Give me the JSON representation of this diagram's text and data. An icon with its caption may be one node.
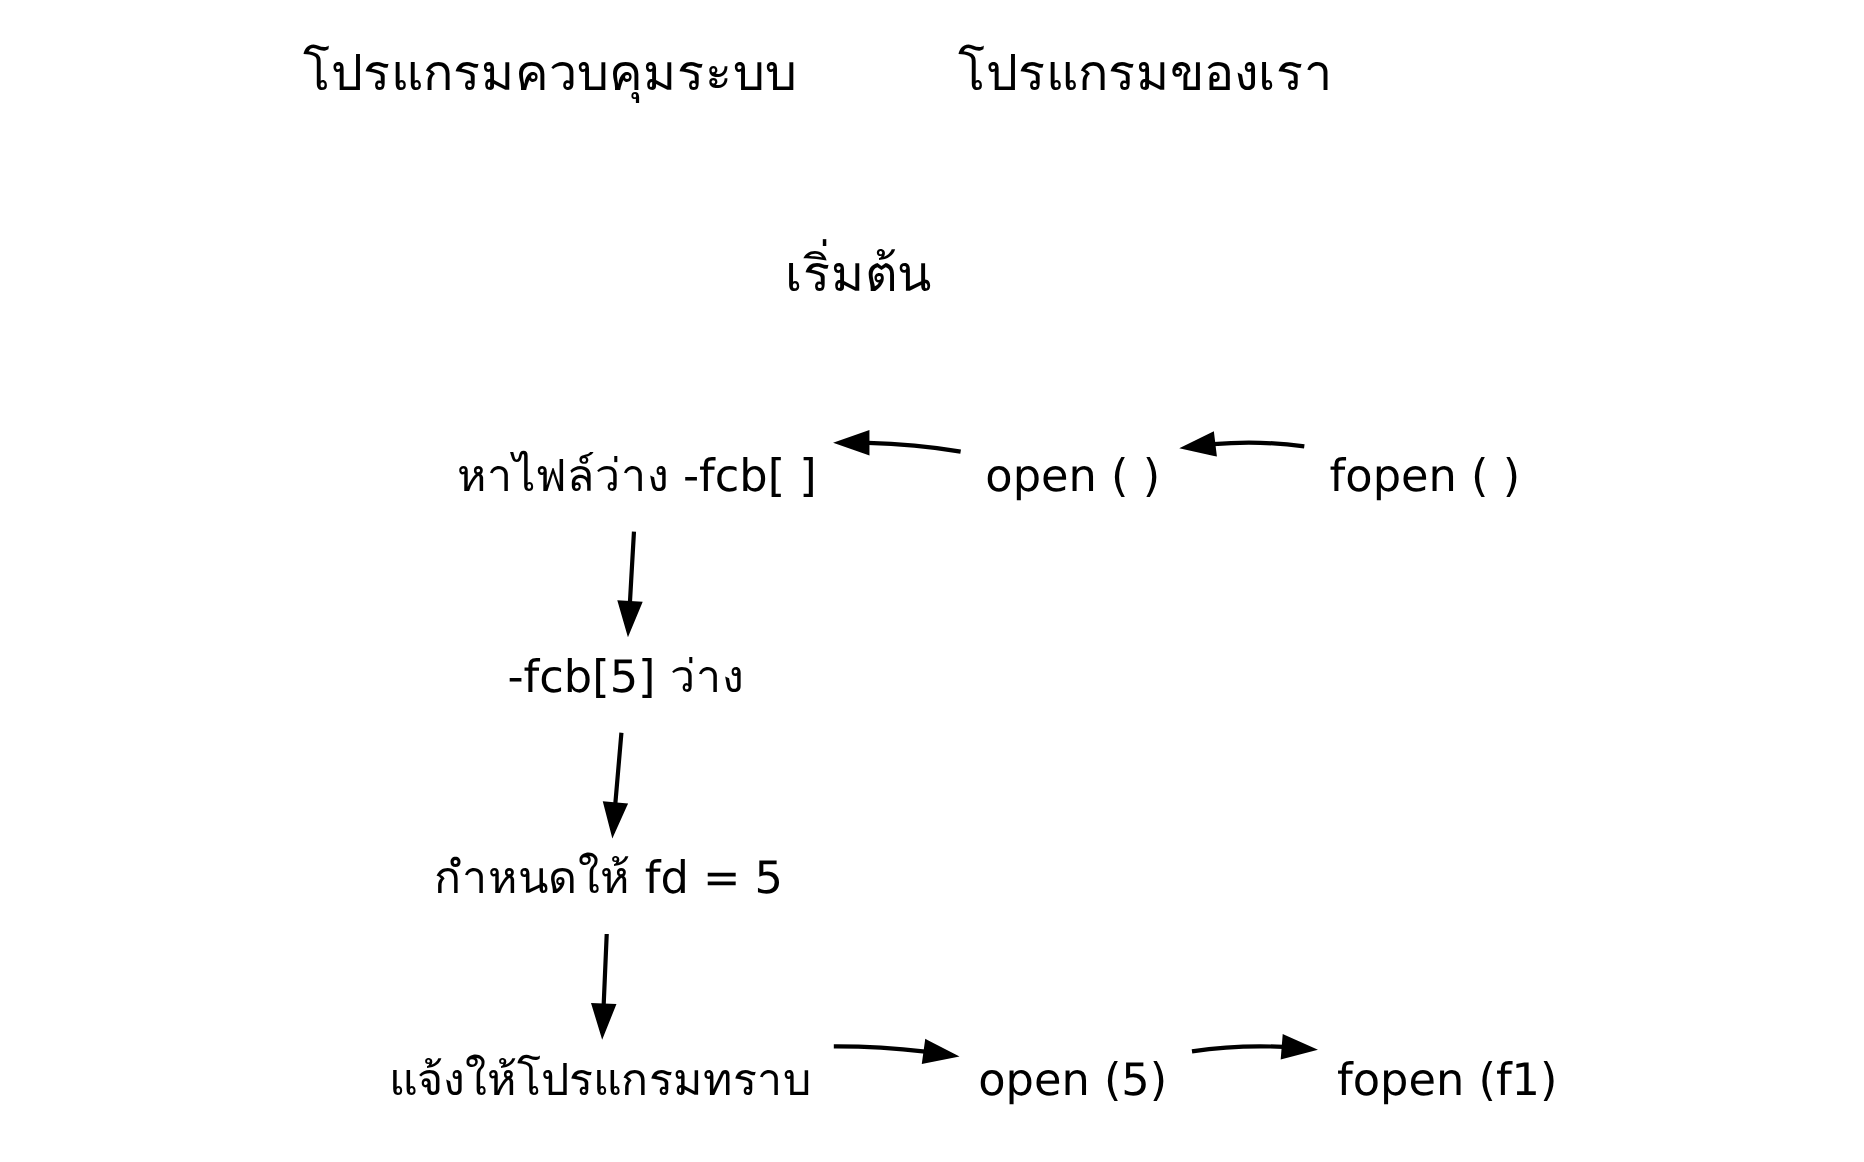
{
  "diagram": {
    "nodes": [
      {
        "text": [
          "หาไฟล์ว่าง -fcb[ ]"
        ]
      },
      {
        "text": [
          "-fcb[5] ว่าง"
        ]
      },
      {
        "text": [
          "กำหนดให้ fd = 5"
        ]
      },
      {
        "text": [
          "แจ้งให้โปรแกรมทราบ"
        ]
      },
      {
        "text": [
          "open ( )"
        ]
      },
      {
        "text": [
          "fopen ( )"
        ]
      },
      {
        "text": [
          "open (5)"
        ]
      },
      {
        "text": [
          "fopen (f1)"
        ]
      }
    ],
    "edges": [
      {
        "from": 5,
        "to": 4,
        "arrow": "to"
      },
      {
        "from": 4,
        "to": 0,
        "arrow": "to"
      },
      {
        "from": 0,
        "to": 1,
        "arrow": "to"
      },
      {
        "from": 1,
        "to": 2,
        "arrow": "to"
      },
      {
        "from": 2,
        "to": 3,
        "arrow": "to"
      },
      {
        "from": 3,
        "to": 6,
        "arrow": "to"
      },
      {
        "from": 6,
        "to": 7,
        "arrow": "to"
      }
    ],
    "labels": [
      "โปรแกรมควบคุมระบบ",
      "โปรแกรมของเรา",
      "เริ่มต้น"
    ]
  }
}
